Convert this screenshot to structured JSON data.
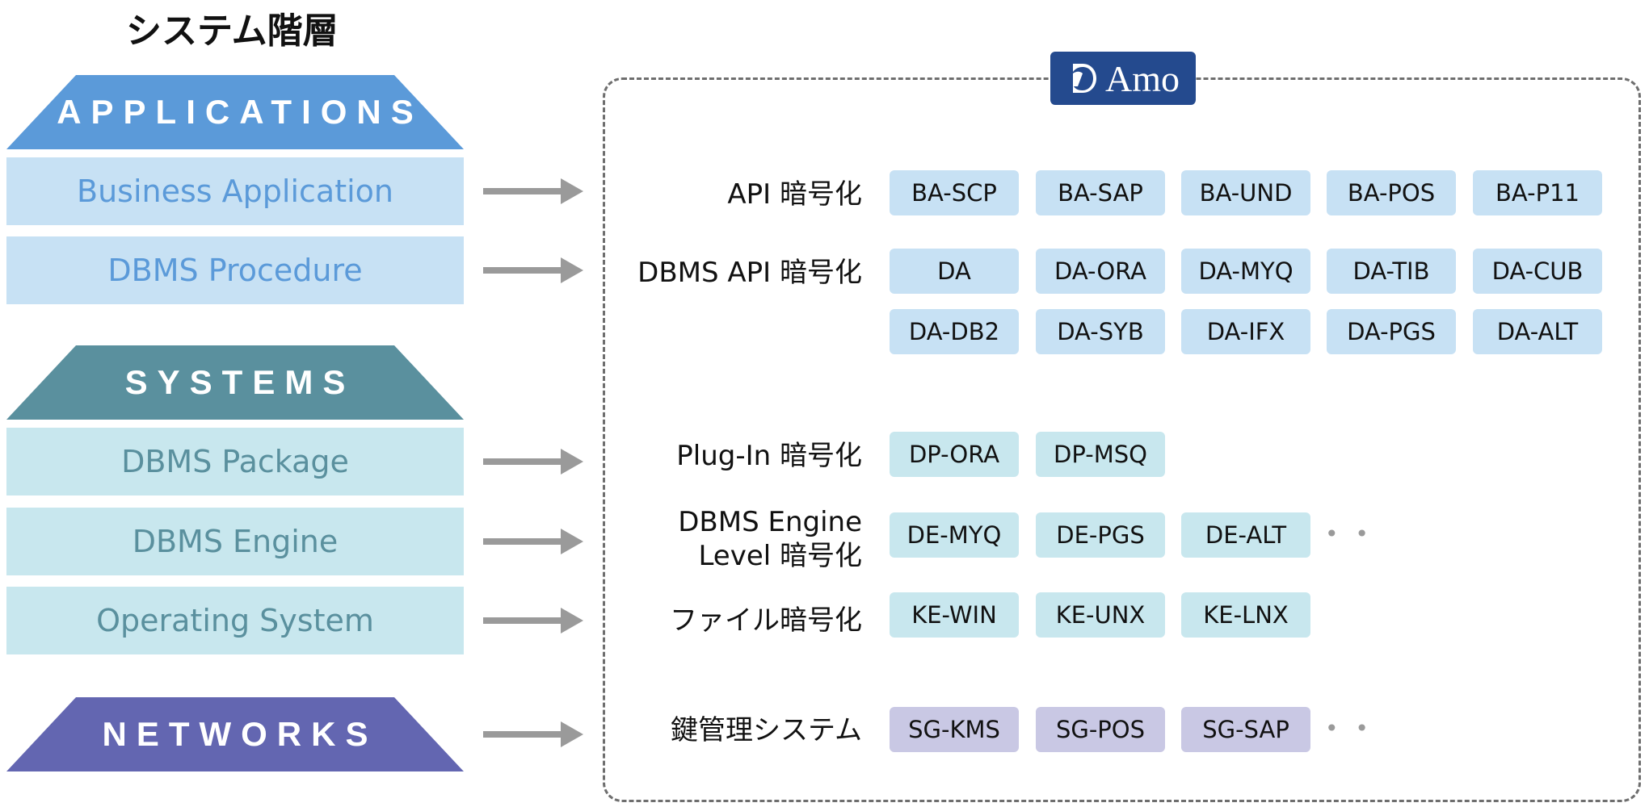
{
  "title": "システム階層",
  "layers": {
    "applications": {
      "header": "APPLICATIONS",
      "items": [
        "Business Application",
        "DBMS Procedure"
      ]
    },
    "systems": {
      "header": "SYSTEMS",
      "items": [
        "DBMS Package",
        "DBMS Engine",
        "Operating System"
      ]
    },
    "networks": {
      "header": "NETWORKS"
    }
  },
  "logo": {
    "text": "Amo"
  },
  "rows": [
    {
      "label": "API 暗号化",
      "chips": [
        "BA-SCP",
        "BA-SAP",
        "BA-UND",
        "BA-POS",
        "BA-P11"
      ]
    },
    {
      "label": "DBMS API 暗号化",
      "chips": [
        "DA",
        "DA-ORA",
        "DA-MYQ",
        "DA-TIB",
        "DA-CUB",
        "DA-DB2",
        "DA-SYB",
        "DA-IFX",
        "DA-PGS",
        "DA-ALT"
      ]
    },
    {
      "label": "Plug-In 暗号化",
      "chips": [
        "DP-ORA",
        "DP-MSQ"
      ]
    },
    {
      "label_line1": "DBMS Engine",
      "label_line2": "Level 暗号化",
      "chips": [
        "DE-MYQ",
        "DE-PGS",
        "DE-ALT"
      ],
      "more": "• •"
    },
    {
      "label": "ファイル暗号化",
      "chips": [
        "KE-WIN",
        "KE-UNX",
        "KE-LNX"
      ]
    },
    {
      "label": "鍵管理システム",
      "chips": [
        "SG-KMS",
        "SG-POS",
        "SG-SAP"
      ],
      "more": "• •"
    }
  ],
  "colors": {
    "applications": "#5b9ad9",
    "systems": "#5a909e",
    "networks": "#6366b1",
    "logo_bg": "#244a8e"
  }
}
